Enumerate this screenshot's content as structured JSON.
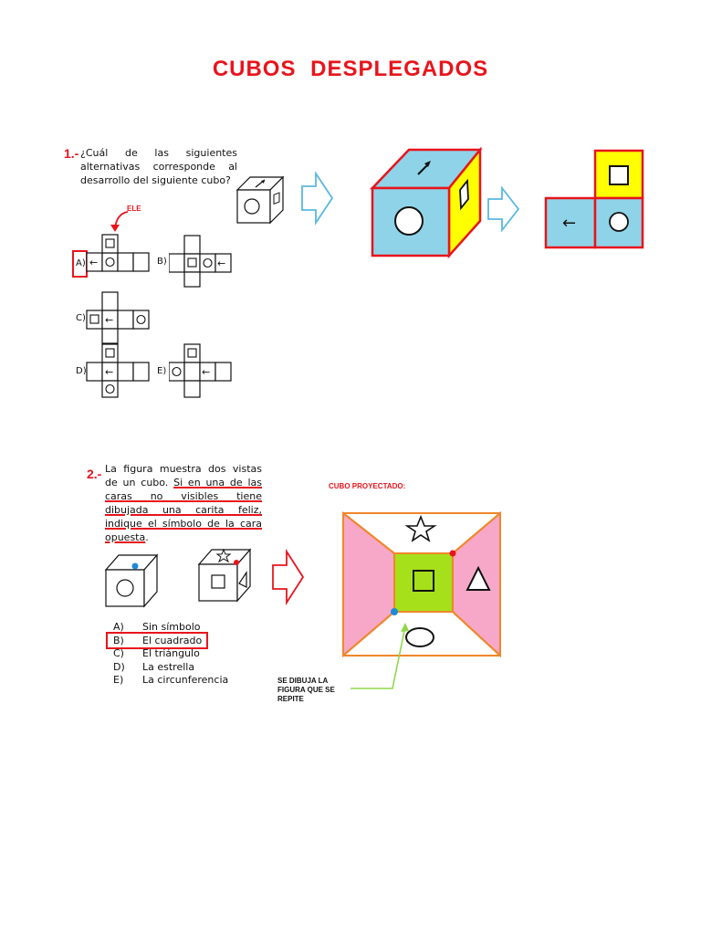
{
  "title": "CUBOS  DESPLEGADOS",
  "q1": {
    "number": "1.-",
    "text": "¿Cuál de las siguientes alternativas corresponde al desarrollo del siguiente cubo?",
    "ele_label": "ELE",
    "options": {
      "a": "A)",
      "b": "B)",
      "c": "C)",
      "d": "D)",
      "e": "E)"
    },
    "arrow_glyph": "←"
  },
  "q2": {
    "number": "2.-",
    "text_plain": "La figura muestra dos vistas de un cubo.",
    "text_underlined": "Si en una de las caras no visibles tiene dibujada una carita feliz, indique el símbolo de la cara opuesta",
    "text_end": ".",
    "projected_label": "CUBO PROYECTADO:",
    "options": [
      {
        "letter": "A)",
        "text": "Sin símbolo"
      },
      {
        "letter": "B)",
        "text": "El cuadrado"
      },
      {
        "letter": "C)",
        "text": "El triángulo"
      },
      {
        "letter": "D)",
        "text": "La estrella"
      },
      {
        "letter": "E)",
        "text": "La circunferencia"
      }
    ],
    "note": "SE DIBUJA LA FIGURA QUE SE REPITE",
    "selected_option": "B"
  },
  "colors": {
    "title_red": "#e8141c",
    "face_blue": "#8fd3e8",
    "face_yellow": "#ffff00",
    "face_pink": "#f7a8c8",
    "face_green": "#a6e01a",
    "arrow_outline_blue": "#5ab8e0",
    "arrow_outline_red": "#e8141c",
    "pointer_green": "#90d84a"
  }
}
